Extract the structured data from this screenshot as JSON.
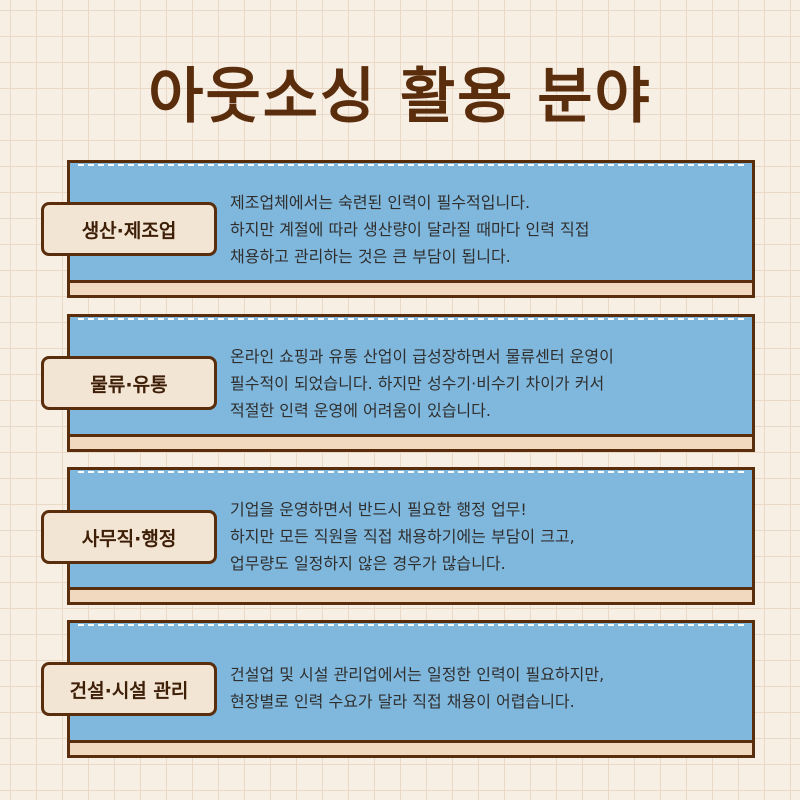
{
  "title": "아웃소싱 활용 분야",
  "items": [
    {
      "label": "생산·제조업",
      "lines": [
        "제조업체에서는 숙련된 인력이 필수적입니다.",
        "하지만 계절에 따라 생산량이 달라질 때마다 인력 직접",
        "채용하고 관리하는 것은 큰 부담이 됩니다."
      ]
    },
    {
      "label": "물류·유통",
      "lines": [
        "온라인 쇼핑과 유통 산업이 급성장하면서 물류센터 운영이",
        "필수적이 되었습니다. 하지만 성수기·비수기 차이가 커서",
        "적절한 인력 운영에 어려움이 있습니다."
      ]
    },
    {
      "label": "사무직·행정",
      "lines": [
        "기업을 운영하면서 반드시 필요한 행정 업무!",
        "하지만 모든 직원을 직접 채용하기에는 부담이 크고,",
        "업무량도 일정하지 않은 경우가 많습니다."
      ]
    },
    {
      "label": "건설·시설 관리",
      "lines": [
        "건설업 및 시설 관리업에서는 일정한 인력이 필요하지만,",
        "현장별로 인력 수요가 달라 직접 채용이 어렵습니다."
      ]
    }
  ]
}
